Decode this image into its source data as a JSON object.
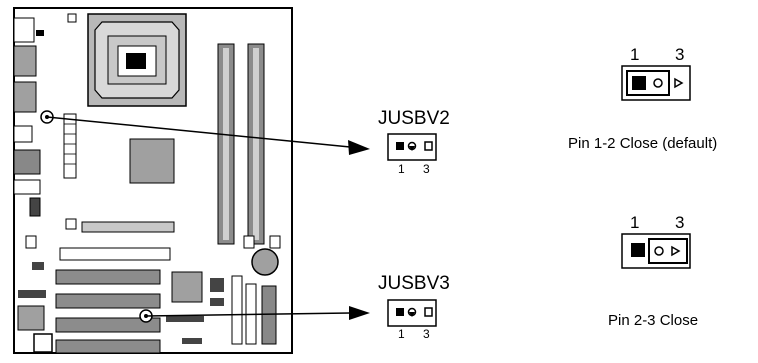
{
  "headers": [
    {
      "name": "JUSBV2",
      "pin_left": "1",
      "pin_right": "3"
    },
    {
      "name": "JUSBV3",
      "pin_left": "1",
      "pin_right": "3"
    }
  ],
  "settings": [
    {
      "pin_left": "1",
      "pin_right": "3",
      "caption": "Pin 1-2 Close (default)"
    },
    {
      "pin_left": "1",
      "pin_right": "3",
      "caption": "Pin 2-3 Close"
    }
  ],
  "colors": {
    "line": "#000000",
    "board_gray": "#a0a0a0",
    "dark_gray": "#707070"
  }
}
